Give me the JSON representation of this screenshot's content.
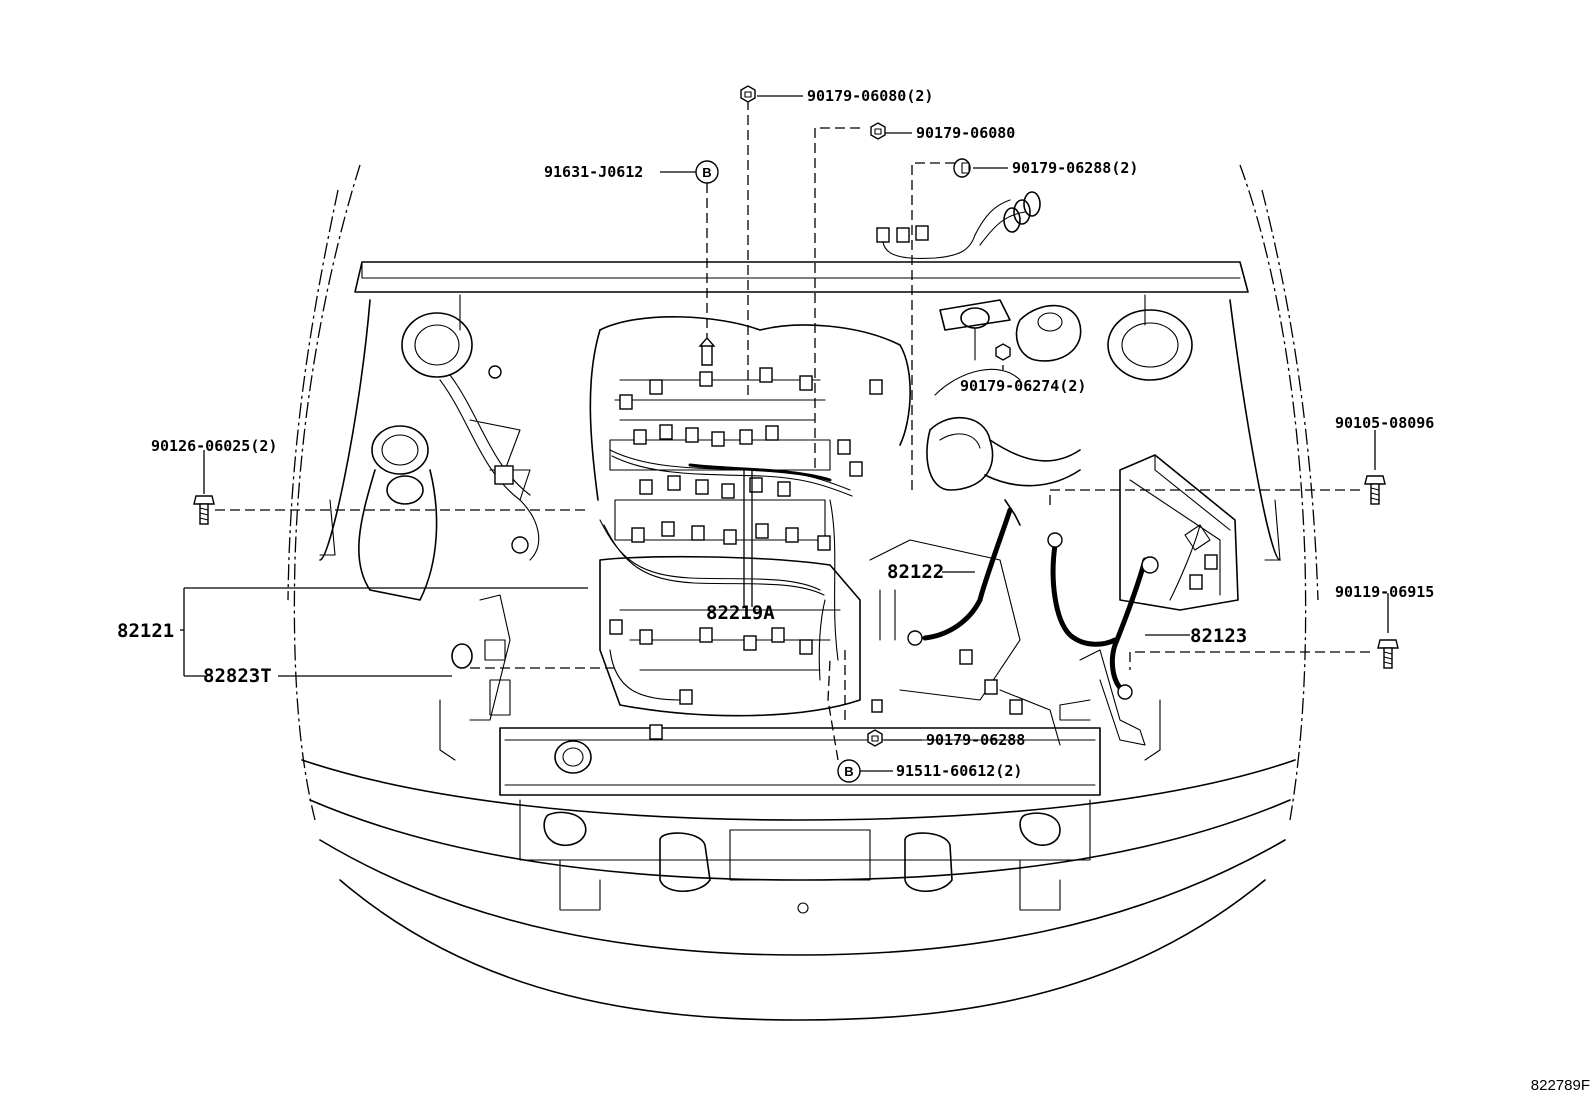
{
  "diagram": {
    "part_labels": {
      "p_90179_06080_2": "90179-06080(2)",
      "p_90179_06080": "90179-06080",
      "p_91631_j0612": "91631-J0612",
      "p_90179_06288_2": "90179-06288(2)",
      "p_90179_06274_2": "90179-06274(2)",
      "p_90126_06025_2": "90126-06025(2)",
      "p_90105_08096": "90105-08096",
      "p_90119_06915": "90119-06915",
      "p_82122": "82122",
      "p_82121": "82121",
      "p_82219a": "82219A",
      "p_82823t": "82823T",
      "p_82123": "82123",
      "p_90179_06288": "90179-06288",
      "p_91511_60612_2": "91511-60612(2)"
    },
    "badges": {
      "badge_top": "B",
      "badge_bottom": "B"
    },
    "reference_code": "822789F"
  }
}
